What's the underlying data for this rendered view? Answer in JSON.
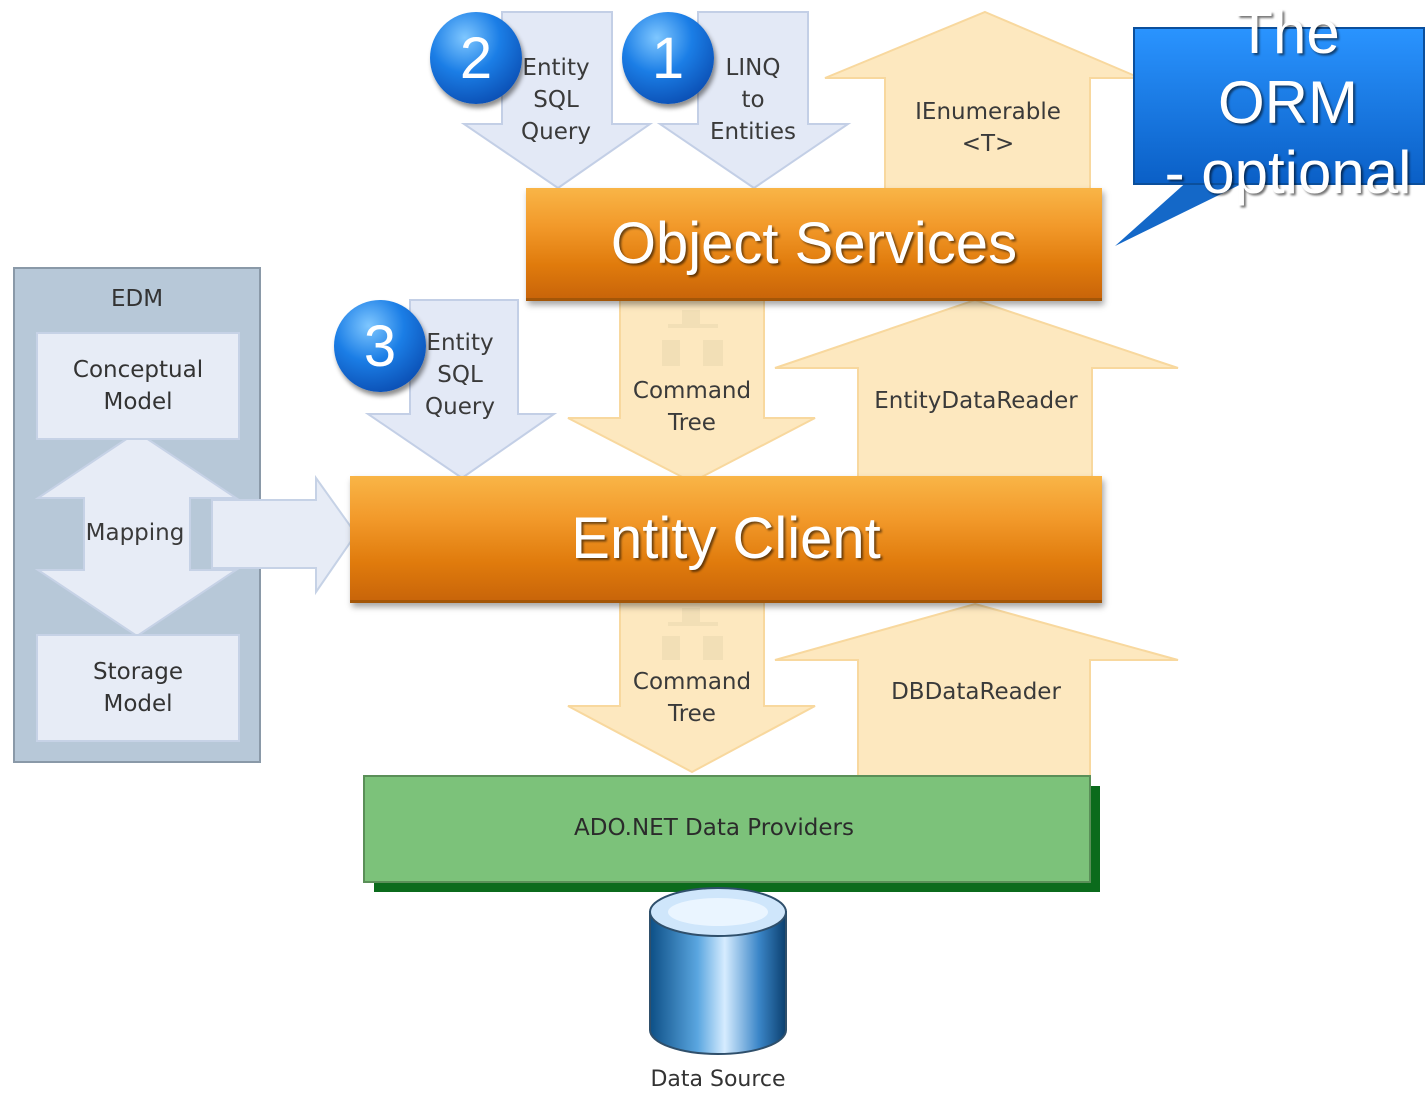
{
  "callout": {
    "text": "The\nORM\n- optional"
  },
  "layers": {
    "object_services": "Object Services",
    "entity_client": "Entity Client",
    "ado_net": "ADO.NET Data Providers"
  },
  "badges": [
    "1",
    "2",
    "3"
  ],
  "arrows": {
    "linq": "LINQ\nto\nEntities",
    "entity_sql_top": "Entity\nSQL\nQuery",
    "entity_sql_mid": "Entity\nSQL\nQuery",
    "command_tree_1": "Command\nTree",
    "command_tree_2": "Command\nTree",
    "ienumerable": "IEnumerable\n<T>",
    "entitydatareader": "EntityDataReader",
    "dbdatareader": "DBDataReader"
  },
  "edm": {
    "title": "EDM",
    "conceptual": "Conceptual\nModel",
    "mapping": "Mapping",
    "storage": "Storage\nModel"
  },
  "data_source": "Data Source",
  "colors": {
    "orange_layer": "#f2992a",
    "green_layer": "#7cc27a",
    "down_arrow_blue": "#e3e9f6",
    "up_arrow_beige": "#fde8bf",
    "callout_blue": "#1677e0",
    "edm_panel": "#b7c8d8"
  }
}
